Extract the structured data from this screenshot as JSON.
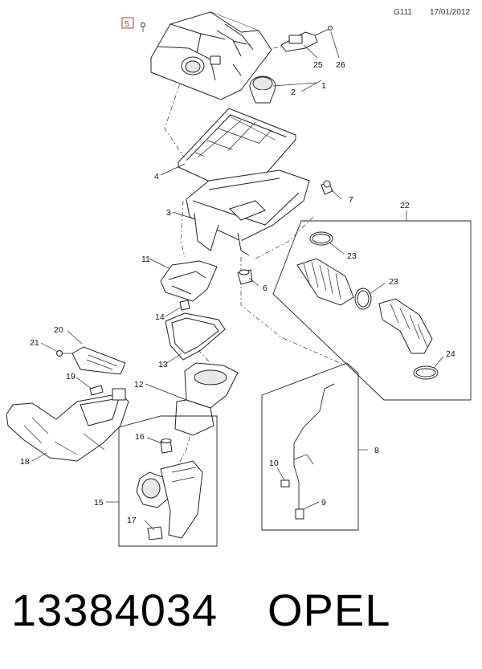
{
  "header": {
    "code": "G111",
    "date": "17/01/2012"
  },
  "callouts": [
    "1",
    "2",
    "3",
    "4",
    "5",
    "6",
    "7",
    "8",
    "9",
    "10",
    "11",
    "12",
    "13",
    "14",
    "15",
    "16",
    "17",
    "18",
    "19",
    "20",
    "21",
    "22",
    "23",
    "23",
    "24",
    "25",
    "26"
  ],
  "footer": {
    "part_number": "13384034",
    "brand": "OPEL"
  }
}
